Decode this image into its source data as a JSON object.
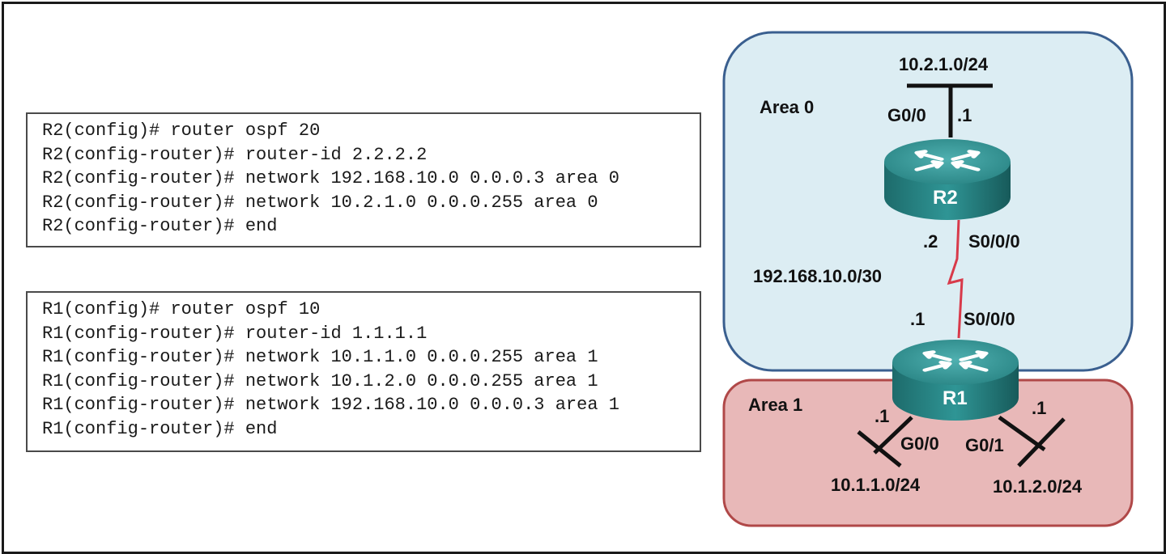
{
  "r2_config": {
    "lines": [
      {
        "prompt": "R2(config)#",
        "command": "router ospf 20"
      },
      {
        "prompt": "R2(config-router)#",
        "command": "router-id 2.2.2.2"
      },
      {
        "prompt": "R2(config-router)#",
        "command": "network 192.168.10.0 0.0.0.3 area 0"
      },
      {
        "prompt": "R2(config-router)#",
        "command": "network 10.2.1.0 0.0.0.255 area 0"
      },
      {
        "prompt": "R2(config-router)#",
        "command": "end"
      }
    ]
  },
  "r1_config": {
    "lines": [
      {
        "prompt": "R1(config)#",
        "command": "router ospf 10"
      },
      {
        "prompt": "R1(config-router)#",
        "command": "router-id 1.1.1.1"
      },
      {
        "prompt": "R1(config-router)#",
        "command": "network 10.1.1.0 0.0.0.255 area 1"
      },
      {
        "prompt": "R1(config-router)#",
        "command": "network 10.1.2.0 0.0.0.255 area 1"
      },
      {
        "prompt": "R1(config-router)#",
        "command": "network 192.168.10.0 0.0.0.3 area 1"
      },
      {
        "prompt": "R1(config-router)#",
        "command": "end"
      }
    ]
  },
  "topology": {
    "area0": {
      "label": "Area 0",
      "color": "#dcedf3",
      "border": "#3a5f8f"
    },
    "area1": {
      "label": "Area 1",
      "color": "#e8b8b8",
      "border": "#b04848"
    },
    "r2": {
      "name": "R2",
      "lan_network": "10.2.1.0/24",
      "lan_interface": "G0/0",
      "lan_host": ".1",
      "serial_interface": "S0/0/0",
      "serial_host": ".2"
    },
    "r1": {
      "name": "R1",
      "serial_interface": "S0/0/0",
      "serial_host": ".1",
      "lan1_interface": "G0/0",
      "lan1_host": ".1",
      "lan1_network": "10.1.1.0/24",
      "lan2_interface": "G0/1",
      "lan2_host": ".1",
      "lan2_network": "10.1.2.0/24"
    },
    "wan_network": "192.168.10.0/30",
    "router_color": "#2a8c8c",
    "serial_link_color": "#d83a4a"
  }
}
